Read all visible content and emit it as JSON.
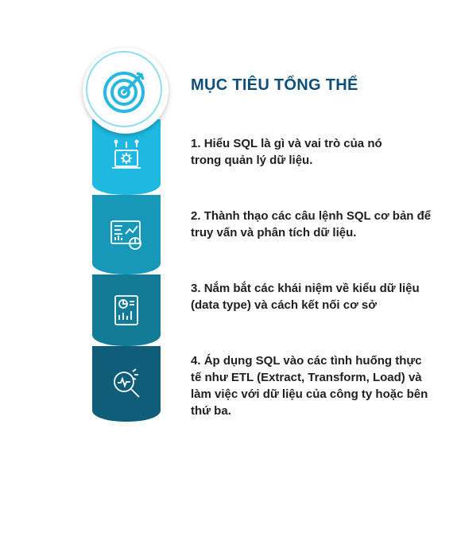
{
  "title": "MỤC TIÊU TỔNG THỂ",
  "items": [
    {
      "number": "1.",
      "text": "Hiểu SQL là gì và vai trò của nó trong quản lý dữ liệu.",
      "icon": "gear-laptop-icon"
    },
    {
      "number": "2.",
      "text": "Thành thạo các câu lệnh SQL cơ bản để truy vấn và phân tích dữ liệu.",
      "icon": "dashboard-icon"
    },
    {
      "number": "3.",
      "text": "Nắm bắt các khái niệm về kiểu dữ liệu (data type) và cách kết nối cơ sở",
      "icon": "report-chart-icon"
    },
    {
      "number": "4.",
      "text": "Áp dụng SQL vào các tình huống thực tế như ETL (Extract, Transform, Load) và làm việc với dữ liệu của công ty hoặc bên thứ ba.",
      "icon": "magnifier-analytics-icon"
    }
  ],
  "colors": {
    "seg1": "#1fb8e0",
    "seg2": "#1898b8",
    "seg3": "#137b96",
    "seg4": "#0f5d78",
    "title": "#0e4f7a",
    "target_icon": "#2ab7de"
  }
}
